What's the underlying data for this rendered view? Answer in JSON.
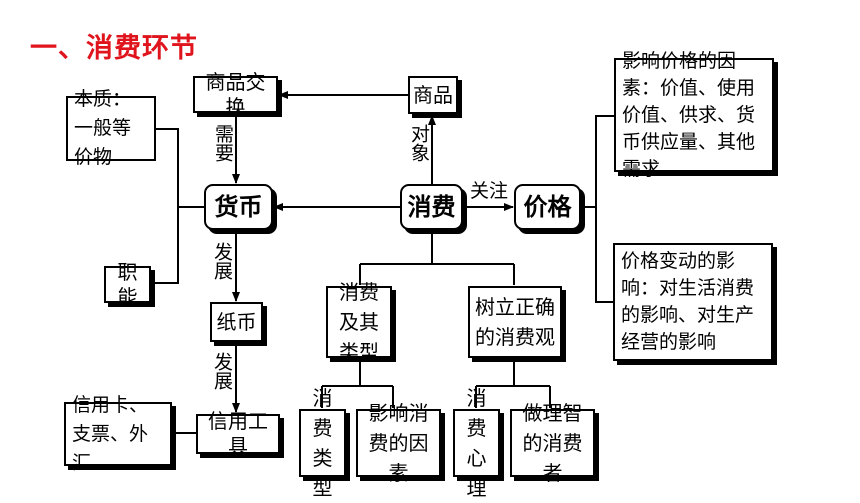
{
  "title": "一、消费环节",
  "nodes": {
    "goods_exchange": "商品交换",
    "goods": "商品",
    "essence": "本质：一般等价物",
    "currency": "货币",
    "consumption": "消费",
    "price": "价格",
    "price_factors": "影响价格的因素：价值、使用价值、供求、货币供应量、其他需求",
    "price_change_impact": "价格变动的影响：对生活消费的影响、对生产经营的影响",
    "function": "职能",
    "paper_money": "纸币",
    "consumption_types": "消费及其类型",
    "correct_view": "树立正确的消费观",
    "credit_cards": "信用卡、支票、外汇",
    "credit_tools": "信用工具",
    "consumer_type": "消费类型",
    "consumption_factors": "影响消费的因素",
    "consumer_psychology": "消费心理",
    "smart_consumer": "做理智的消费者"
  },
  "edge_labels": {
    "need": "需要",
    "object": "对象",
    "attention": "关注",
    "develop_1": "发展",
    "develop_2": "发展"
  }
}
